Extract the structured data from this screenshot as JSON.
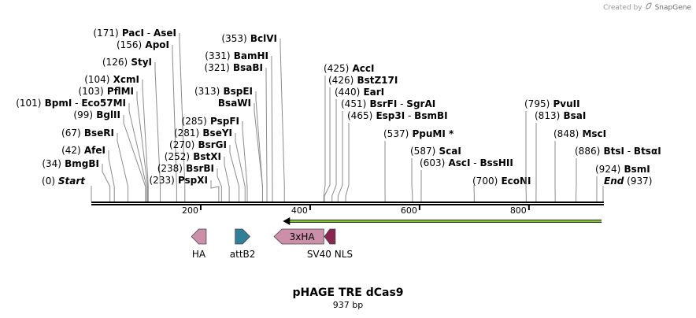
{
  "credit": {
    "prefix": "Created by",
    "brand": "SnapGene"
  },
  "map": {
    "title": "pHAGE TRE dCas9",
    "length_label": "937 bp",
    "total_bp": 937
  },
  "sites": [
    {
      "name": "BmgBI",
      "pos": 34,
      "side": "left"
    },
    {
      "name": "AfeI",
      "pos": 42,
      "side": "left"
    },
    {
      "name": "BseRI",
      "pos": 67,
      "side": "left"
    },
    {
      "name": "BglII",
      "pos": 99,
      "side": "left"
    },
    {
      "name": "BpmI",
      "name2": "Eco57MI",
      "pos": 101,
      "side": "left"
    },
    {
      "name": "PflMI",
      "pos": 103,
      "side": "left"
    },
    {
      "name": "XcmI",
      "pos": 104,
      "side": "left"
    },
    {
      "name": "StyI",
      "pos": 126,
      "side": "left"
    },
    {
      "name": "ApoI",
      "pos": 156,
      "side": "left"
    },
    {
      "name": "PacI",
      "name2": "AseI",
      "pos": 171,
      "side": "left"
    },
    {
      "name": "PspXI",
      "pos": 233,
      "side": "left"
    },
    {
      "name": "BsrBI",
      "pos": 238,
      "side": "left"
    },
    {
      "name": "BstXI",
      "pos": 252,
      "side": "left"
    },
    {
      "name": "BsrGI",
      "pos": 270,
      "side": "left"
    },
    {
      "name": "BseYI",
      "pos": 281,
      "side": "left"
    },
    {
      "name": "PspFI",
      "pos": 285,
      "side": "left"
    },
    {
      "name": "BsaWI",
      "pos": 313,
      "side": "left",
      "nopos": true
    },
    {
      "name": "BspEI",
      "pos": 313,
      "side": "left"
    },
    {
      "name": "BsaBI",
      "pos": 321,
      "side": "left"
    },
    {
      "name": "BamHI",
      "pos": 331,
      "side": "left"
    },
    {
      "name": "BclVI",
      "pos": 353,
      "side": "left"
    },
    {
      "name": "AccI",
      "pos": 425,
      "side": "right"
    },
    {
      "name": "BstZ17I",
      "pos": 426,
      "side": "right"
    },
    {
      "name": "EarI",
      "pos": 440,
      "side": "right"
    },
    {
      "name": "BsrFI",
      "name2": "SgrAI",
      "pos": 451,
      "side": "right"
    },
    {
      "name": "Esp3I",
      "name2": "BsmBI",
      "pos": 465,
      "side": "right"
    },
    {
      "name": "PpuMI *",
      "pos": 537,
      "side": "right"
    },
    {
      "name": "ScaI",
      "pos": 587,
      "side": "right"
    },
    {
      "name": "AscI",
      "name2": "BssHII",
      "pos": 603,
      "side": "right"
    },
    {
      "name": "EcoNI",
      "pos": 700,
      "side": "right"
    },
    {
      "name": "PvuII",
      "pos": 795,
      "side": "right"
    },
    {
      "name": "BsaI",
      "pos": 813,
      "side": "right"
    },
    {
      "name": "MscI",
      "pos": 848,
      "side": "right"
    },
    {
      "name": "BtsI",
      "name2": "BtsαI",
      "pos": 886,
      "side": "right"
    },
    {
      "name": "BsmI",
      "pos": 924,
      "side": "right"
    }
  ],
  "ends": [
    {
      "name": "Start",
      "pos": 0
    },
    {
      "name": "End",
      "pos": 937
    }
  ],
  "ticks": [
    {
      "pos": 200,
      "label": "200"
    },
    {
      "pos": 400,
      "label": "400"
    },
    {
      "pos": 600,
      "label": "600"
    },
    {
      "pos": 800,
      "label": "800"
    }
  ],
  "orf": {
    "start": 330,
    "end": 937,
    "direction": "reverse",
    "color": "#86c440"
  },
  "features": [
    {
      "name": "HA",
      "start": 183,
      "end": 210,
      "direction": "reverse",
      "color": "#cc8faa",
      "label_inside": false
    },
    {
      "name": "attB2",
      "start": 263,
      "end": 290,
      "direction": "forward",
      "color": "#2f7f99",
      "label_inside": false
    },
    {
      "name": "3xHA",
      "start": 334,
      "end": 425,
      "direction": "reverse",
      "color": "#cc8faa",
      "label_inside": true
    },
    {
      "name": "SV40 NLS",
      "start": 426,
      "end": 446,
      "direction": "reverse",
      "color": "#8a2450",
      "label_inside": false
    }
  ]
}
